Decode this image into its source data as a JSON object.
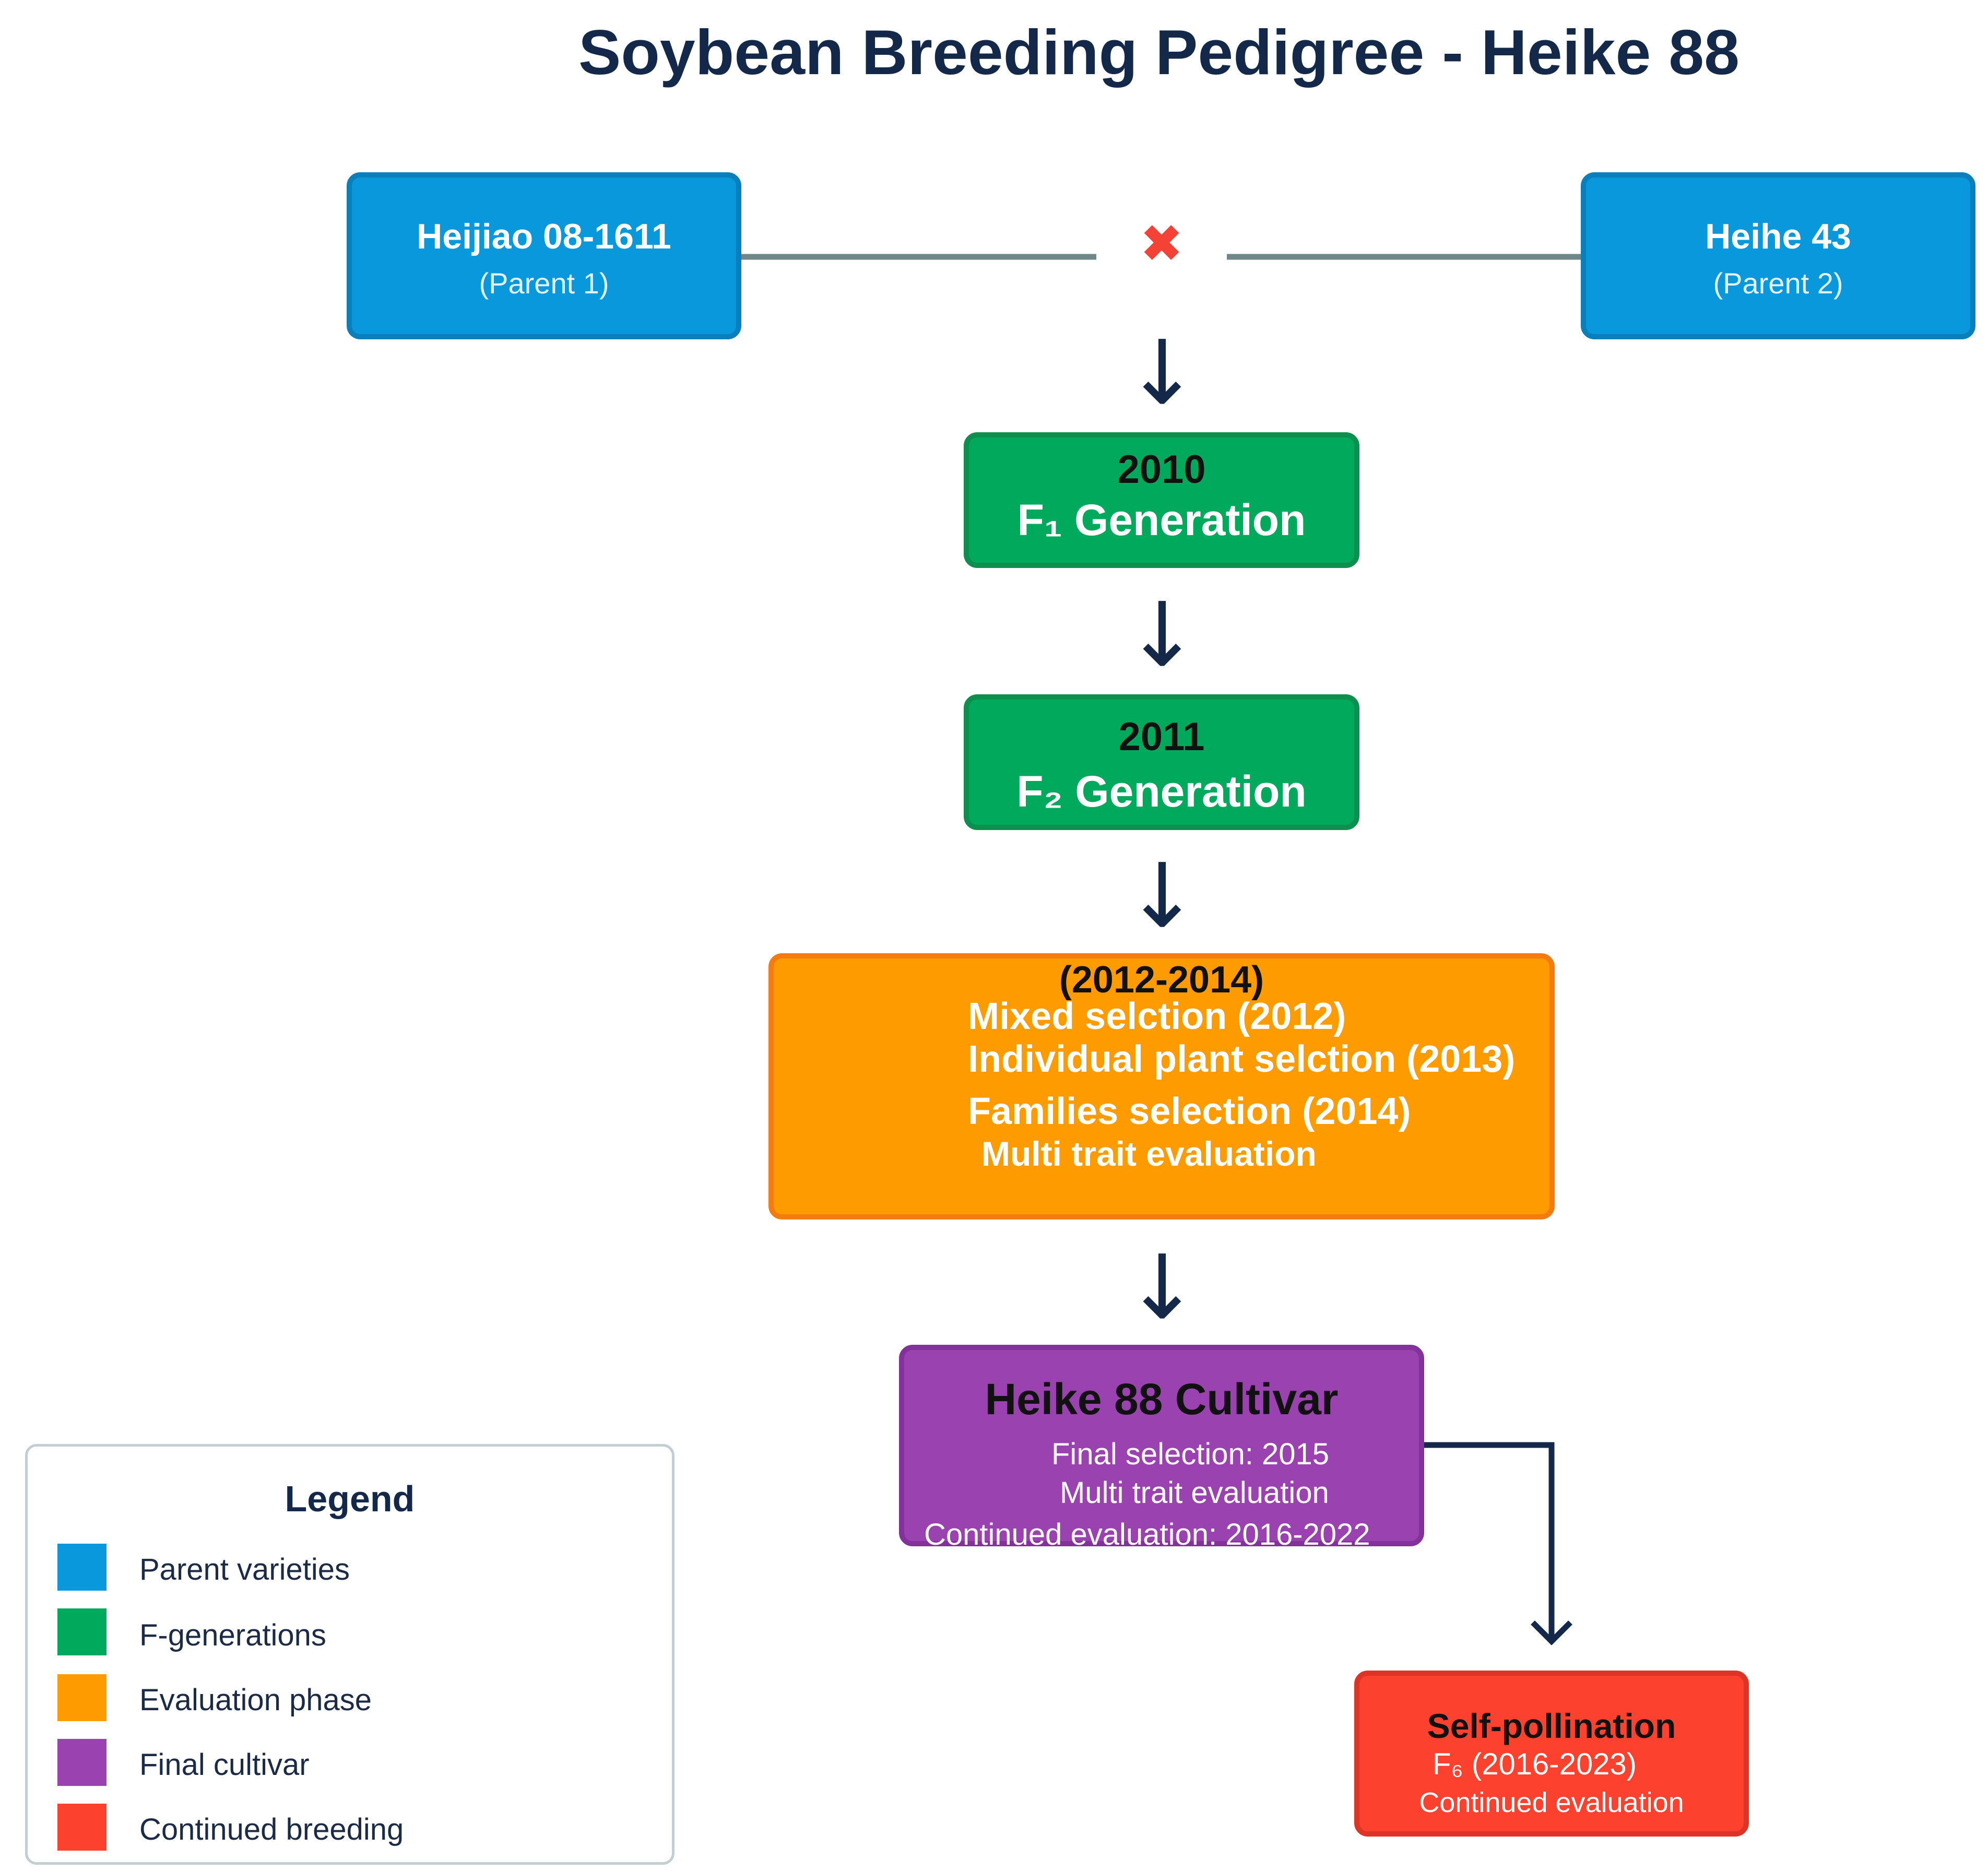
{
  "title": "Soybean Breeding Pedigree - Heike 88",
  "parents": [
    {
      "name": "Heijiao 08-1611",
      "role": "(Parent 1)",
      "color": "#0a98dc"
    },
    {
      "name": "Heihe 43",
      "role": "(Parent 2)",
      "color": "#0a98dc"
    }
  ],
  "cross_symbol": "✖",
  "cross_color": "#f44336",
  "f1": {
    "year": "2010",
    "label": "F₁ Generation"
  },
  "f2": {
    "year": "2011",
    "label": "F₂ Generation"
  },
  "evaluation": {
    "years": "(2012-2014)",
    "lines": [
      "Mixed selction (2012)",
      "Individual plant selction (2013)",
      "Families selection (2014)",
      "Multi trait evaluation"
    ]
  },
  "cultivar": {
    "name": "Heike 88 Cultivar",
    "lines": [
      "Final selection: 2015",
      "Multi trait evaluation",
      "Continued evaluation: 2016-2022"
    ]
  },
  "self_pollination": {
    "title": "Self-pollination",
    "line1": "F₆ (2016-2023)",
    "line2": "Continued evaluation"
  },
  "arrow_glyph": "↓",
  "legend": {
    "title": "Legend",
    "items": [
      {
        "label": "Parent varieties",
        "color": "#0a98dc"
      },
      {
        "label": "F-generations",
        "color": "#01a95c"
      },
      {
        "label": "Evaluation phase",
        "color": "#fd9b00"
      },
      {
        "label": "Final cultivar",
        "color": "#9b42b1"
      },
      {
        "label": "Continued breeding",
        "color": "#fc412e"
      }
    ]
  }
}
